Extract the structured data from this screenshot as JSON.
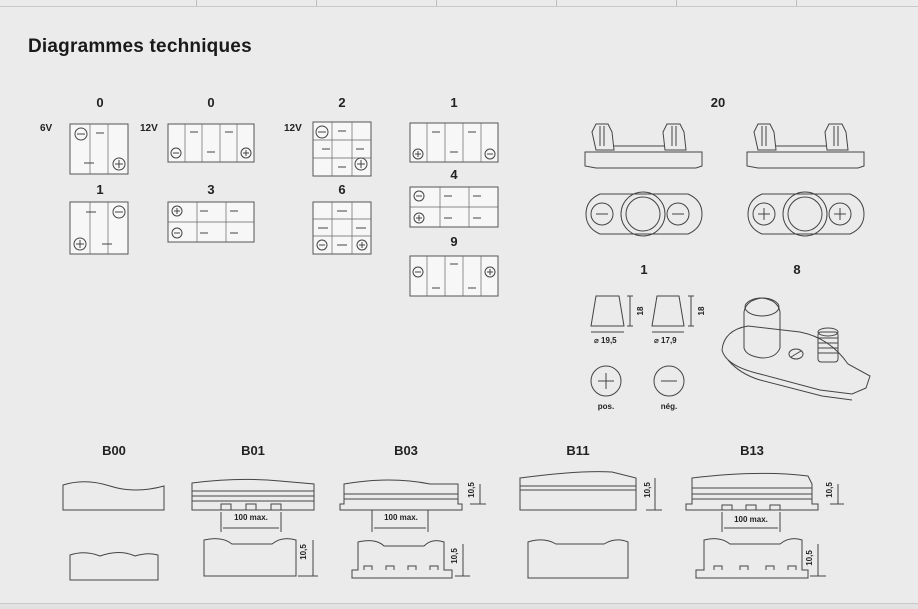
{
  "page": {
    "title": "Diagrammes techniques"
  },
  "layouts": [
    {
      "code": "0",
      "voltage": "6V"
    },
    {
      "code": "0",
      "voltage": "12V"
    },
    {
      "code": "2",
      "voltage": "12V"
    },
    {
      "code": "1"
    },
    {
      "code": "1"
    },
    {
      "code": "3"
    },
    {
      "code": "6"
    },
    {
      "code": "4"
    },
    {
      "code": "9"
    }
  ],
  "terminals": {
    "code_20": "20",
    "code_1": "1",
    "code_8": "8",
    "dim_height": "18",
    "dim_pos_diameter": "⌀ 19,5",
    "dim_neg_diameter": "⌀ 17,9",
    "pos_label": "pos.",
    "neg_label": "nég."
  },
  "bases": {
    "codes": [
      "B00",
      "B01",
      "B03",
      "B11",
      "B13"
    ],
    "max_label": "100 max.",
    "height_label": "10,5"
  }
}
